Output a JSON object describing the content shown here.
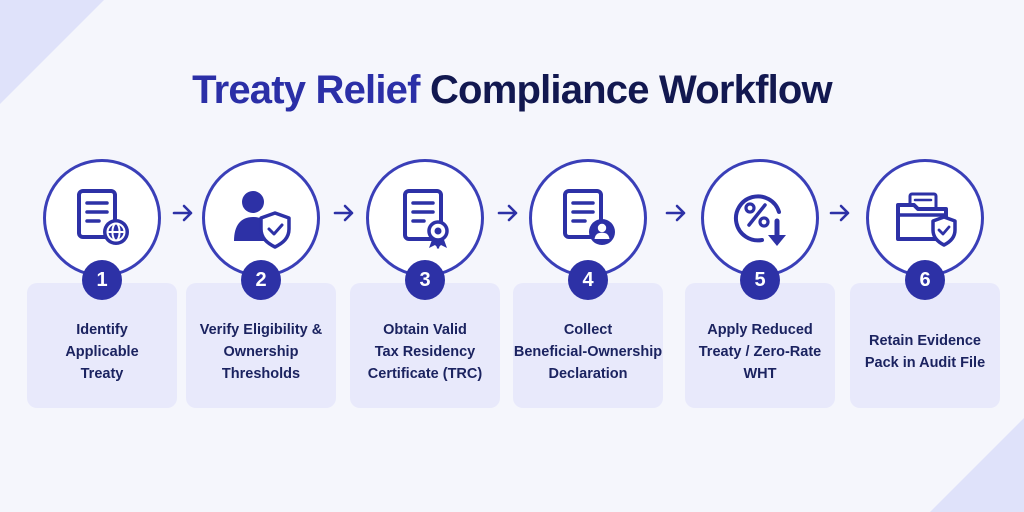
{
  "title": {
    "accent": "Treaty Relief",
    "rest": "Compliance Workflow"
  },
  "colors": {
    "primary": "#2d31a6",
    "title_dark": "#121850",
    "card": "#e8e9fb",
    "background": "#f5f6fc"
  },
  "steps": [
    {
      "number": "1",
      "label": "Identify\nApplicable\nTreaty",
      "icon": "document-globe-icon"
    },
    {
      "number": "2",
      "label": "Verify Eligibility &\nOwnership\nThresholds",
      "icon": "person-shield-icon"
    },
    {
      "number": "3",
      "label": "Obtain Valid\nTax Residency\nCertificate (TRC)",
      "icon": "certificate-icon"
    },
    {
      "number": "4",
      "label": "Collect\nBeneficial-Ownership\nDeclaration",
      "icon": "document-person-icon"
    },
    {
      "number": "5",
      "label": "Apply Reduced\nTreaty / Zero-Rate\nWHT",
      "icon": "percent-down-icon"
    },
    {
      "number": "6",
      "label": "Retain Evidence\nPack in Audit File",
      "icon": "folder-shield-icon"
    }
  ]
}
